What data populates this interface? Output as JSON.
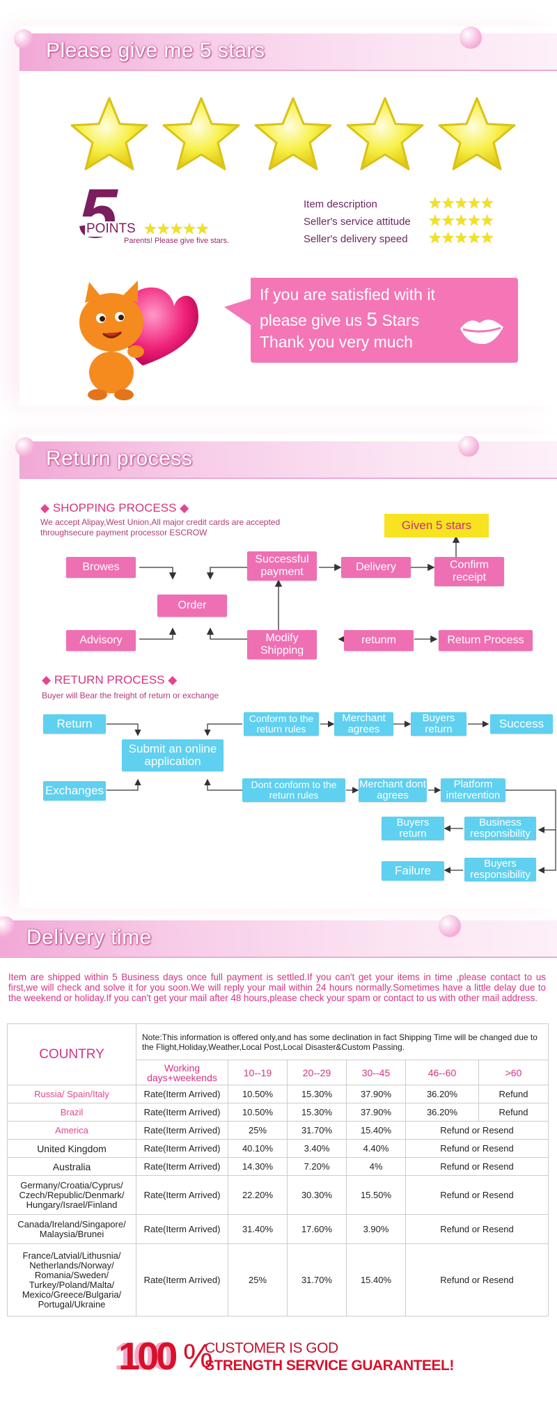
{
  "rating": {
    "banner_title": "Please give me 5 stars",
    "points_number": "5",
    "points_label": "POINTS",
    "points_sub": "Parents! Please give five stars.",
    "criteria": [
      "Item description",
      "Seller's service attitude",
      "Seller's delivery speed"
    ],
    "bubble_line1": "If you are satisfied with it",
    "bubble_line2_pre": "please give us",
    "bubble_line2_num": "5",
    "bubble_line2_post": "Stars",
    "bubble_line3": "Thank you very much"
  },
  "return_process": {
    "banner_title": "Return process",
    "shopping_title": "SHOPPING PROCESS",
    "shopping_desc1": "We accept Alipay,West Union,All major credit cards are accepted",
    "shopping_desc2": "throughsecure payment processor ESCROW",
    "given": "Given 5 stars",
    "browes": "Browes",
    "advisory": "Advisory",
    "order": "Order",
    "successful_payment": "Successful payment",
    "delivery": "Delivery",
    "confirm_receipt": "Confirm receipt",
    "modify_shipping": "Modify Shipping",
    "retunm": "retunm",
    "return_process_box": "Return Process",
    "return_title": "RETURN PROCESS",
    "return_desc": "Buyer will Bear the freight of return or exchange",
    "return": "Return",
    "exchanges": "Exchanges",
    "submit_online": "Submit an online application",
    "conform": "Conform to the return rules",
    "merchant_agrees": "Merchant agrees",
    "buyers_return": "Buyers return",
    "success": "Success",
    "dont_conform": "Dont conform to the return rules",
    "merchant_dont_agrees": "Merchant dont agrees",
    "platform_intervention": "Platform intervention",
    "buyers_return2": "Buyers return",
    "business_responsibility": "Business responsibility",
    "failure": "Failure",
    "buyers_responsibility": "Buyers responsibility"
  },
  "delivery": {
    "banner_title": "Delivery time",
    "notice": "Item are shipped within 5 Business days once full payment is settled.If you can't get your items in time ,please contact to us first,we will check and solve it for you soon.We will reply your mail within 24 hours normally.Sometimes have a little delay due to the weekend or holiday.If you can't get your mail after 48 hours,please check your spam or contact to us with other mail address.",
    "country_header": "COUNTRY",
    "note": "Note:This information is offered only,and has some declination in fact Shipping Time will be changed due to the Flight,Holiday,Weather,Local Post,Local Disaster&Custom Passing.",
    "working_days": "Working days+weekends",
    "day_ranges": [
      "10--19",
      "20--29",
      "30--45",
      "46--60",
      ">60"
    ],
    "rows": [
      {
        "country": "Russia/ Spain/Italy",
        "rate": "Rate(Iterm Arrived)",
        "values": [
          "10.50%",
          "15.30%",
          "37.90%",
          "36.20%",
          "Refund"
        ]
      },
      {
        "country": "Brazil",
        "rate": "Rate(Iterm Arrived)",
        "values": [
          "10.50%",
          "15.30%",
          "37.90%",
          "36.20%",
          "Refund"
        ]
      },
      {
        "country": "America",
        "rate": "Rate(Iterm Arrived)",
        "values": [
          "25%",
          "31.70%",
          "15.40%",
          "Refund or Resend"
        ]
      },
      {
        "country": "United Kingdom",
        "rate": "Rate(Iterm Arrived)",
        "values": [
          "40.10%",
          "3.40%",
          "4.40%",
          "Refund or Resend"
        ]
      },
      {
        "country": "Australia",
        "rate": "Rate(Iterm Arrived)",
        "values": [
          "14.30%",
          "7.20%",
          "4%",
          "Refund or Resend"
        ]
      },
      {
        "country": "Germany/Croatia/Cyprus/ Czech/Republic/Denmark/ Hungary/Israel/Finland",
        "rate": "Rate(Iterm Arrived)",
        "values": [
          "22.20%",
          "30.30%",
          "15.50%",
          "Refund or Resend"
        ]
      },
      {
        "country": "Canada/Ireland/Singapore/ Malaysia/Brunei",
        "rate": "Rate(Iterm Arrived)",
        "values": [
          "31.40%",
          "17.60%",
          "3.90%",
          "Refund or Resend"
        ]
      },
      {
        "country": "France/Latvial/Lithusnia/ Netherlands/Norway/ Romania/Sweden/ Turkey/Poland/Malta/ Mexico/Greece/Bulgaria/ Portugal/Ukraine",
        "rate": "Rate(Iterm Arrived)",
        "values": [
          "25%",
          "31.70%",
          "15.40%",
          "Refund or Resend"
        ]
      }
    ]
  },
  "footer": {
    "percent": "100",
    "percent_sign": "%",
    "line1": "CUSTOMER IS GOD",
    "line2": "STRENGTH SERVICE GUARANTEEL!"
  },
  "colors": {
    "pink_box": "#ef6fb3",
    "cyan_box": "#5fd0ef",
    "gold": "#f2e21e",
    "accent_red": "#e2327f"
  }
}
